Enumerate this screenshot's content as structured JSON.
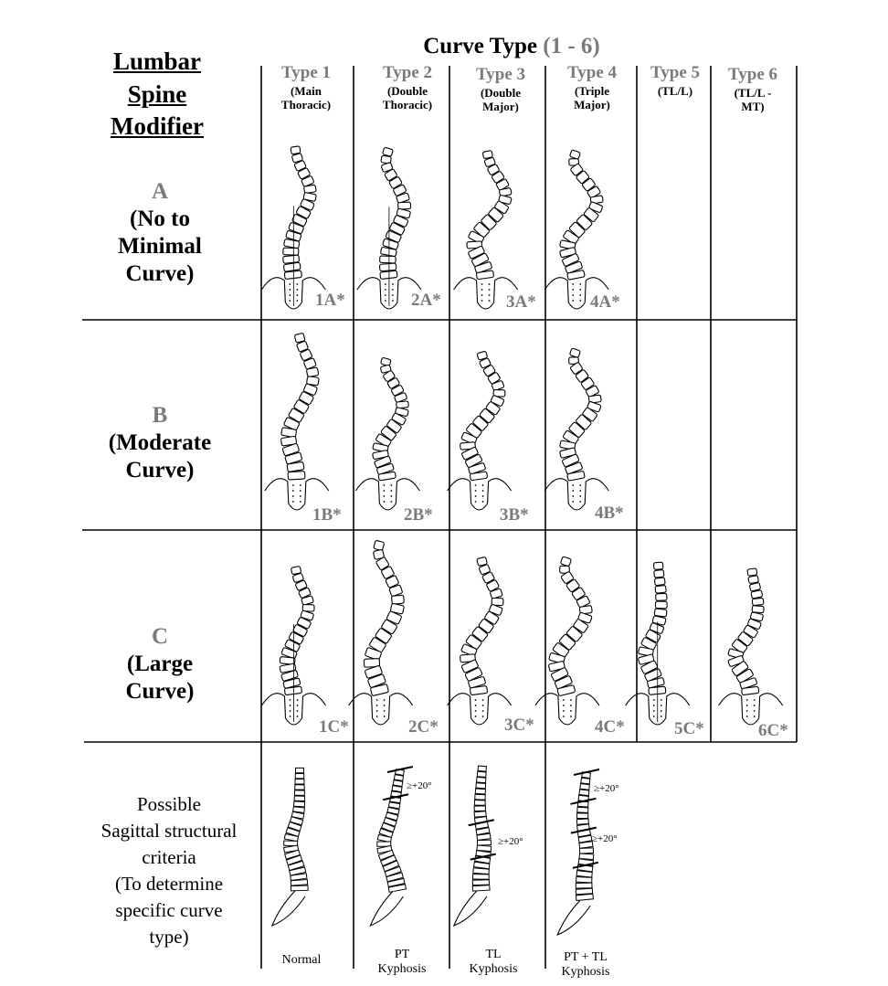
{
  "header": {
    "title_prefix": "Curve Type",
    "title_range": "(1 - 6)",
    "lumbar_modifier_lines": [
      "Lumbar",
      "Spine",
      "Modifier"
    ]
  },
  "curve_types": [
    {
      "label": "Type 1",
      "desc": [
        "(Main",
        "Thoracic)"
      ]
    },
    {
      "label": "Type 2",
      "desc": [
        "(Double",
        "Thoracic)"
      ]
    },
    {
      "label": "Type 3",
      "desc": [
        "(Double",
        "Major)"
      ]
    },
    {
      "label": "Type 4",
      "desc": [
        "(Triple",
        "Major)"
      ]
    },
    {
      "label": "Type 5",
      "desc": [
        "(TL/L)"
      ]
    },
    {
      "label": "Type 6",
      "desc": [
        "(TL/L -",
        "MT)"
      ]
    }
  ],
  "modifiers": [
    {
      "letter": "A",
      "lines": [
        "(No to",
        "Minimal",
        "Curve)"
      ],
      "codes": [
        "1A*",
        "2A*",
        "3A*",
        "4A*"
      ]
    },
    {
      "letter": "B",
      "lines": [
        "(Moderate",
        "Curve)"
      ],
      "codes": [
        "1B*",
        "2B*",
        "3B*",
        "4B*"
      ]
    },
    {
      "letter": "C",
      "lines": [
        "(Large",
        "Curve)"
      ],
      "codes": [
        "1C*",
        "2C*",
        "3C*",
        "4C*",
        "5C*",
        "6C*"
      ]
    }
  ],
  "sagittal": {
    "lines": [
      "Possible",
      "Sagittal structural",
      "criteria",
      "(To  determine",
      "specific curve",
      "type)"
    ],
    "columns": [
      {
        "label": [
          "Normal"
        ],
        "angles": []
      },
      {
        "label": [
          "PT",
          "Kyphosis"
        ],
        "angles": [
          "≥+20°"
        ]
      },
      {
        "label": [
          "TL",
          "Kyphosis"
        ],
        "angles": [
          "≥+20°"
        ]
      },
      {
        "label": [
          "PT + TL",
          "Kyphosis"
        ],
        "angles": [
          "≥+20°",
          "≥+20°"
        ]
      }
    ]
  }
}
